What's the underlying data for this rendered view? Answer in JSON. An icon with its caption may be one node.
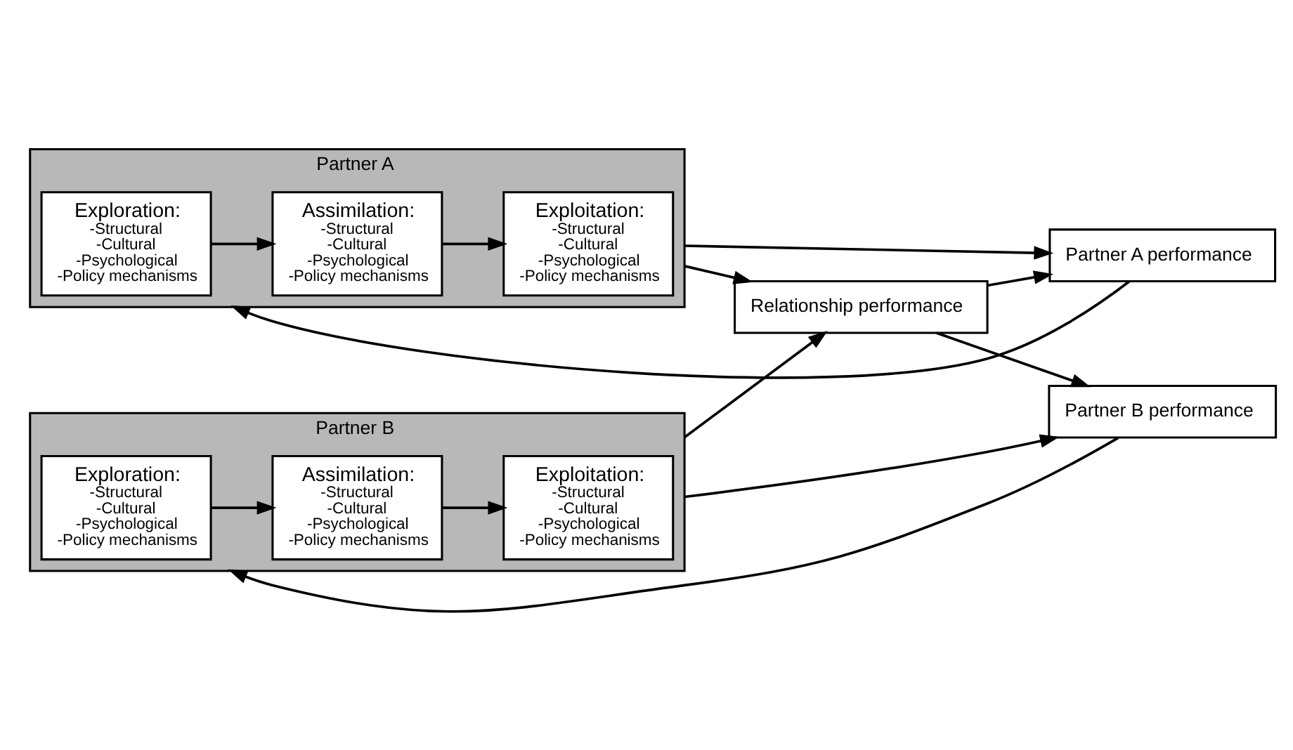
{
  "diagram": {
    "nodes": [
      {
        "text": [
          "Partner A"
        ]
      },
      {
        "text": [
          "Exploration:",
          "-Structural",
          "-Cultural",
          "-Psychological",
          "-Policy mechanisms"
        ],
        "in": 0
      },
      {
        "text": [
          "Assimilation:",
          "-Structural",
          "-Cultural",
          "-Psychological",
          "-Policy mechanisms"
        ],
        "in": 0
      },
      {
        "text": [
          "Exploitation:",
          "-Structural",
          "-Cultural",
          "-Psychological",
          "-Policy mechanisms"
        ],
        "in": 0
      },
      {
        "text": [
          "Partner B"
        ]
      },
      {
        "text": [
          "Exploration:",
          "-Structural",
          "-Cultural",
          "-Psychological",
          "-Policy mechanisms"
        ],
        "in": 4
      },
      {
        "text": [
          "Assimilation:",
          "-Structural",
          "-Cultural",
          "-Psychological",
          "-Policy mechanisms"
        ],
        "in": 4
      },
      {
        "text": [
          "Exploitation:",
          "-Structural",
          "-Cultural",
          "-Psychological",
          "-Policy mechanisms"
        ],
        "in": 4
      },
      {
        "text": [
          "Relationship performance"
        ]
      },
      {
        "text": [
          "Partner A performance"
        ]
      },
      {
        "text": [
          "Partner B performance"
        ]
      }
    ],
    "edges": [
      {
        "from": 1,
        "to": 2,
        "arrow": "to"
      },
      {
        "from": 2,
        "to": 3,
        "arrow": "to"
      },
      {
        "from": 5,
        "to": 6,
        "arrow": "to"
      },
      {
        "from": 6,
        "to": 7,
        "arrow": "to"
      },
      {
        "from": 0,
        "to": 9,
        "arrow": "to"
      },
      {
        "from": 0,
        "to": 8,
        "arrow": "to"
      },
      {
        "from": 4,
        "to": 8,
        "arrow": "to"
      },
      {
        "from": 4,
        "to": 10,
        "arrow": "to"
      },
      {
        "from": 8,
        "to": 9,
        "arrow": "to"
      },
      {
        "from": 8,
        "to": 10,
        "arrow": "to"
      },
      {
        "from": 9,
        "to": 0,
        "arrow": "to"
      },
      {
        "from": 10,
        "to": 4,
        "arrow": "to"
      }
    ]
  }
}
